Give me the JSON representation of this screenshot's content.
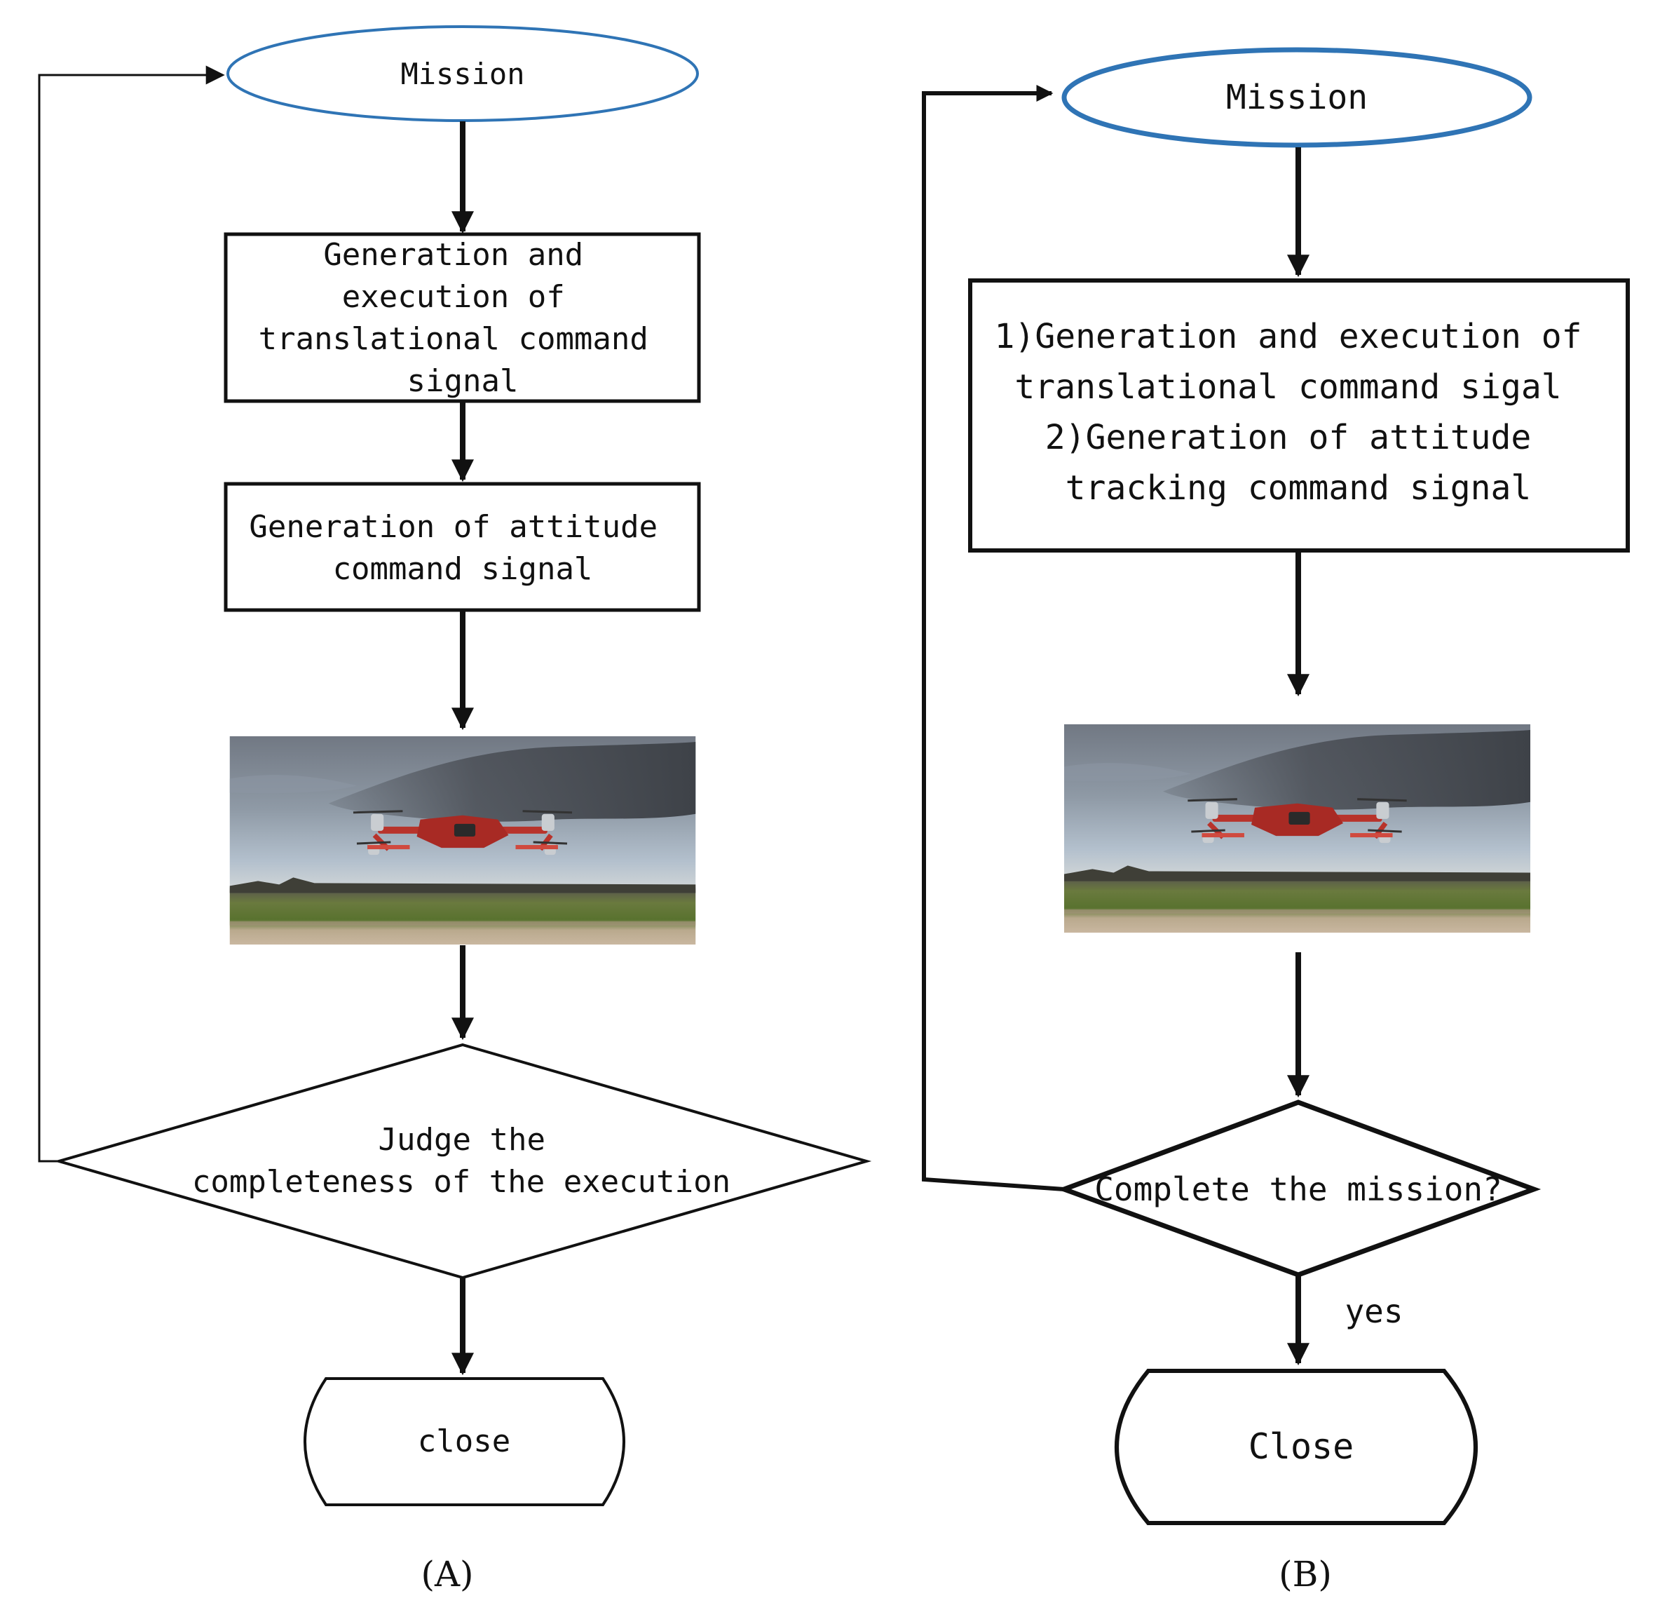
{
  "panel_a": {
    "start": "Mission",
    "step1": [
      "Generation and",
      "execution of",
      "translational command",
      "signal"
    ],
    "step2": [
      "Generation of attitude",
      "command signal"
    ],
    "decision": [
      "Judge the",
      "completeness of the execution"
    ],
    "end": "close",
    "caption": "(A)"
  },
  "panel_b": {
    "start": "Mission",
    "step1": [
      "1)Generation and execution of",
      "translational command sigal",
      "2)Generation of attitude",
      "tracking command signal"
    ],
    "decision": "Complete the mission?",
    "yes_label": "yes",
    "end": "Close",
    "caption": "(B)"
  },
  "colors": {
    "ellipse_stroke": "#2f74b5",
    "line": "#111111",
    "sky_top": "#6d7480",
    "sky_mid": "#a9b7c6",
    "grass": "#5f7a35",
    "drone": "#b8332b"
  },
  "icons": {
    "photo_a": "drone-photo-icon",
    "photo_b": "drone-photo-icon"
  }
}
